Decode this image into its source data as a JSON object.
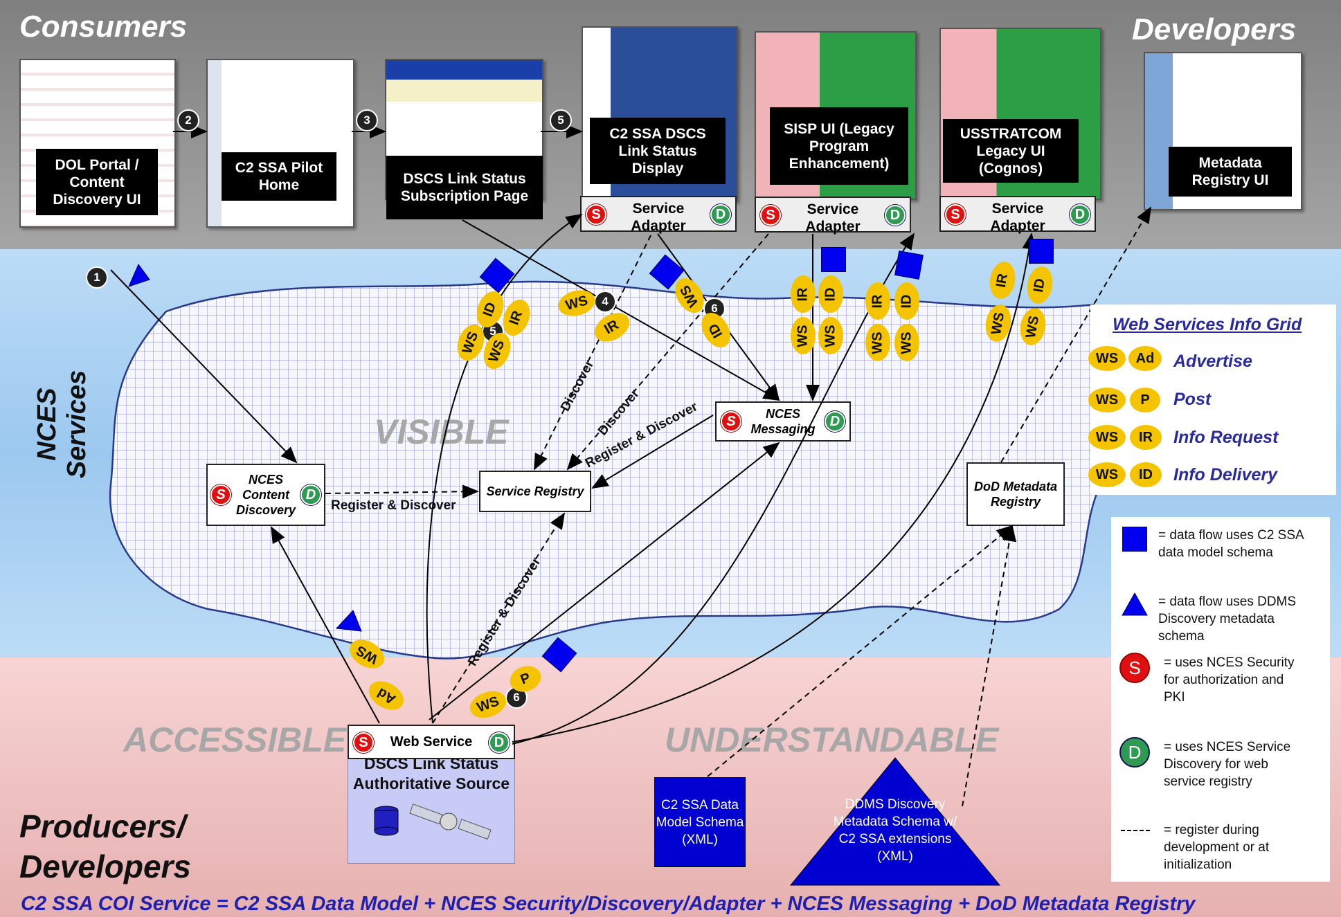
{
  "headings": {
    "consumers": "Consumers",
    "developers": "Developers",
    "nces_services": "NCES Services",
    "producers_1": "Producers/",
    "producers_2": "Developers"
  },
  "zones": {
    "visible": "VISIBLE",
    "accessible": "ACCESSIBLE",
    "understandable": "UNDERSTANDABLE"
  },
  "steps": {
    "s1": "1",
    "s2": "2",
    "s3": "3",
    "s4": "4",
    "s5": "5",
    "s6": "6"
  },
  "consumer_apps": {
    "dol_portal": "DOL Portal / Content Discovery UI",
    "pilot_home": "C2 SSA Pilot Home",
    "subscription": "DSCS Link Status Subscription Page",
    "status_display": "C2 SSA DSCS Link Status Display",
    "sisp": "SISP UI (Legacy Program Enhancement)",
    "usstratcom": "USSTRATCOM Legacy UI (Cognos)",
    "metadata_registry_ui": "Metadata Registry UI"
  },
  "adapter_label": "Service Adapter",
  "icon_letters": {
    "security": "S",
    "discovery": "D"
  },
  "services": {
    "content_discovery": "NCES Content Discovery",
    "service_registry": "Service Registry",
    "messaging": "NCES Messaging",
    "dod_metadata": "DoD Metadata Registry",
    "web_service": "Web Service"
  },
  "flow_labels": {
    "register_discover": "Register & Discover",
    "discover": "Discover"
  },
  "tokens": {
    "ws": "WS",
    "id": "ID",
    "ir": "IR",
    "ad": "Ad",
    "p": "P"
  },
  "source": "DSCS Link Status Authoritative Source",
  "schemas": {
    "c2ssa": "C2 SSA Data Model Schema (XML)",
    "ddms": "DDMS Discovery Metadata Schema w/ C2 SSA extensions (XML)"
  },
  "grid_legend": {
    "title": "Web Services Info Grid",
    "advertise": "Advertise",
    "post": "Post",
    "info_request": "Info Request",
    "info_delivery": "Info Delivery"
  },
  "legend": {
    "square": "= data flow uses C2 SSA data model schema",
    "triangle": "= data flow uses DDMS Discovery metadata schema",
    "security": "= uses NCES Security for authorization and PKI",
    "discovery": "= uses NCES Service Discovery for web service registry",
    "dashed": "= register during development or at initialization"
  },
  "footer": "C2 SSA COI Service = C2 SSA Data Model + NCES Security/Discovery/Adapter + NCES Messaging + DoD Metadata Registry",
  "colors": {
    "security_red": "#e01010",
    "discovery_green": "#2e9a52",
    "token_yellow": "#f5c400",
    "data_blue": "#0000ee",
    "grid_legend_text": "#2a2aa0"
  }
}
